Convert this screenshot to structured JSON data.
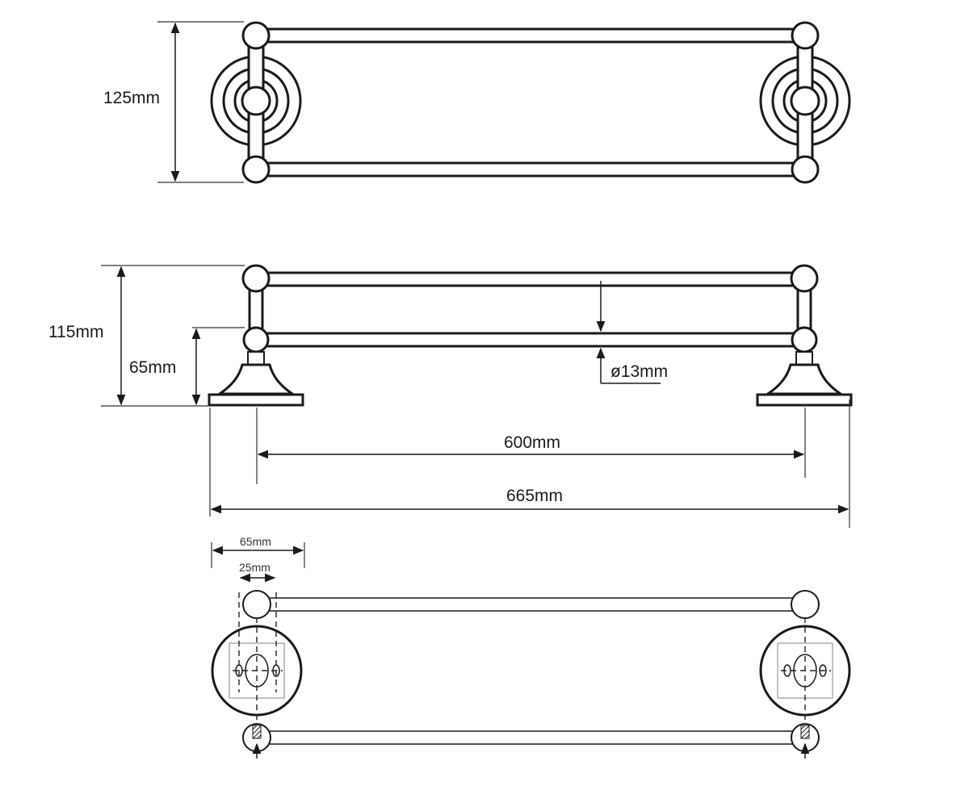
{
  "dimensions": {
    "height_top_view": "125mm",
    "projection": "115mm",
    "lower_bar_height": "65mm",
    "bar_diameter": "ø13mm",
    "bar_length_between_posts": "600mm",
    "overall_length": "665mm",
    "base_diameter": "65mm",
    "screw_spacing": "25mm"
  },
  "colors": {
    "line": "#1a1a1a",
    "background": "#ffffff"
  }
}
